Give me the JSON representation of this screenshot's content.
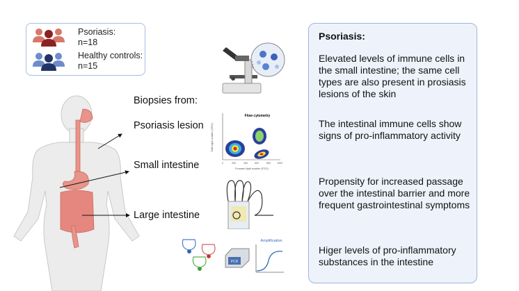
{
  "legend": {
    "groups": [
      {
        "label": "Psoriasis:",
        "count": "n=18",
        "icon": "people-group-icon",
        "color_main": "#8b2222",
        "color_side": "#d6796a"
      },
      {
        "label": "Healthy controls:",
        "count": "n=15",
        "icon": "people-group-icon",
        "color_main": "#223466",
        "color_side": "#6e8ccc"
      }
    ]
  },
  "biopsies": {
    "heading": "Biopsies from:",
    "sites": [
      "Psoriasis lesion",
      "Small intestine",
      "Large intestine"
    ]
  },
  "methods": {
    "microscopy": {
      "icon": "microscope-icon"
    },
    "flow_cytometry": {
      "title": "Flow cytometry",
      "xlabel": "Forward light scatter (FSC)",
      "ylabel": "Side light scatter (SSC)",
      "ticks": [
        "0",
        "200",
        "400",
        "600",
        "800",
        "1000"
      ]
    },
    "ussing_chamber": {
      "icon": "ussing-chamber-icon"
    },
    "pcr": {
      "device_label": "PCR",
      "curve_title": "Amplification"
    }
  },
  "summary": {
    "title": "Psoriasis:",
    "findings": [
      "Elevated levels of immune cells in the small intestine; the same cell types are also present in prosiasis lesions of the skin",
      "The intestinal immune cells show signs of pro-inflammatory activity",
      "Propensity for increased passage over the intestinal barrier and more frequent gastrointestinal symptoms",
      "Higer levels of pro-inflammatory substances in the intestine"
    ]
  },
  "colors": {
    "box_border": "#a9bddf",
    "summary_bg": "#eef3fb",
    "gut_pink": "#e8948a"
  }
}
